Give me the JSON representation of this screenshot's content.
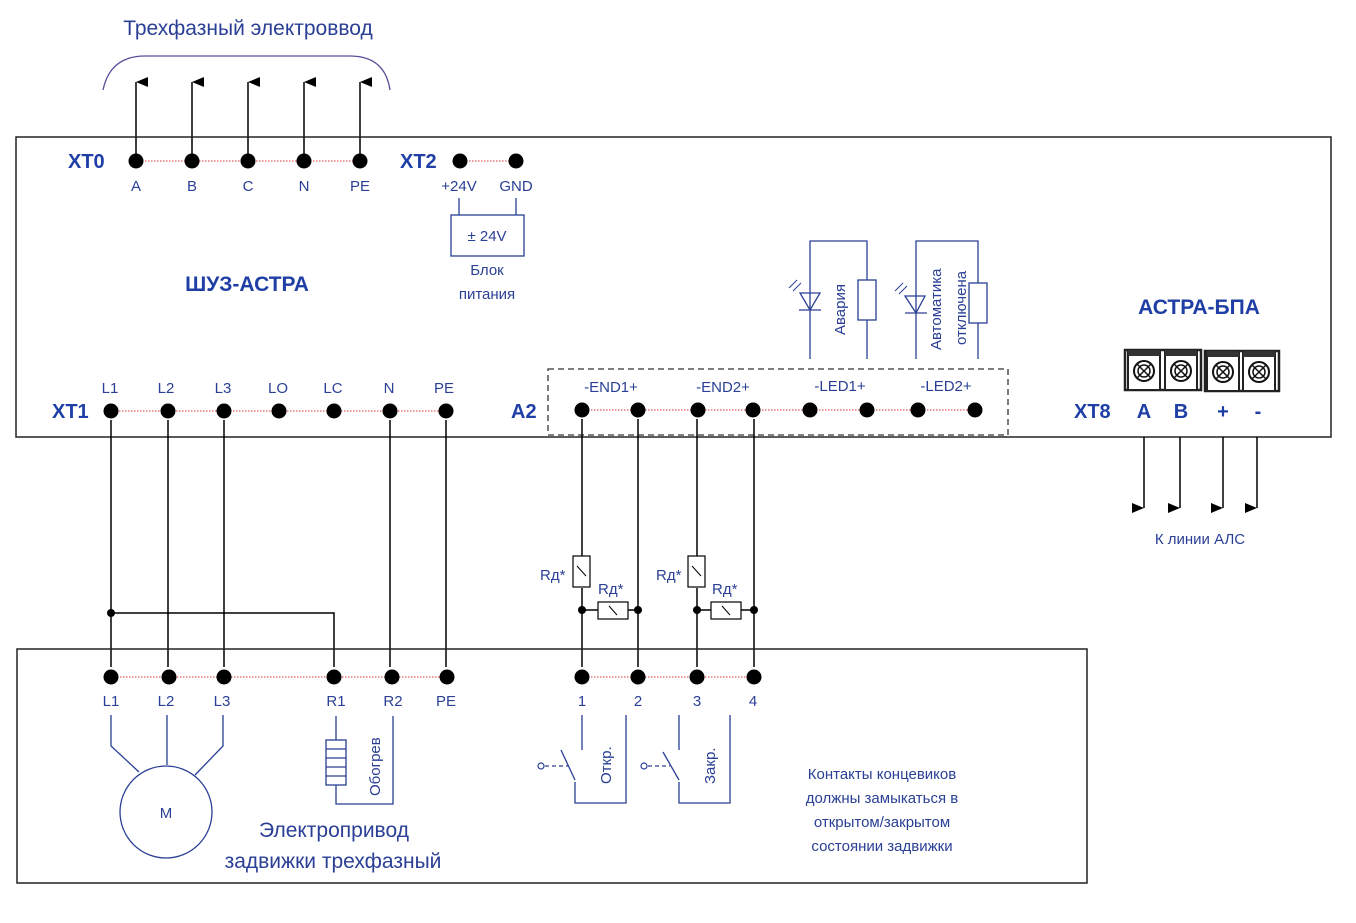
{
  "title_input": "Трехфазный электроввод",
  "controller": {
    "name": "ШУЗ-АСТРА",
    "xt0": {
      "label": "XT0",
      "terminals": [
        "A",
        "B",
        "C",
        "N",
        "PE"
      ]
    },
    "xt2": {
      "label": "XT2",
      "terminals": [
        "+24V",
        "GND"
      ]
    },
    "psu": {
      "rating": "± 24V",
      "caption_line1": "Блок",
      "caption_line2": "питания"
    },
    "xt1": {
      "label": "XT1",
      "terminals": [
        "L1",
        "L2",
        "L3",
        "LO",
        "LC",
        "N",
        "PE"
      ]
    },
    "a2": {
      "label": "A2",
      "groups": [
        "-END1+",
        "-END2+",
        "-LED1+",
        "-LED2+"
      ]
    },
    "leds": [
      {
        "label": "Авария"
      },
      {
        "label_line1": "Автоматика",
        "label_line2": "отключена"
      }
    ]
  },
  "bpa": {
    "name": "АСТРА-БПА",
    "xt8": {
      "label": "XT8",
      "terminals": [
        "A",
        "B",
        "+",
        "-"
      ]
    },
    "output_caption": "К линии АЛС"
  },
  "resistors": {
    "label": "Rд*"
  },
  "actuator": {
    "terminals": [
      "L1",
      "L2",
      "L3",
      "R1",
      "R2",
      "PE"
    ],
    "limit_terminals": [
      "1",
      "2",
      "3",
      "4"
    ],
    "motor_label": "M",
    "heater_label": "Обогрев",
    "switches": [
      "Откр.",
      "Закр."
    ],
    "title_line1": "Электропривод",
    "title_line2": "задвижки трехфазный",
    "note_lines": [
      "Контакты концевиков",
      "должны замыкаться в",
      "открытом/закрытом",
      "состоянии задвижки"
    ]
  }
}
